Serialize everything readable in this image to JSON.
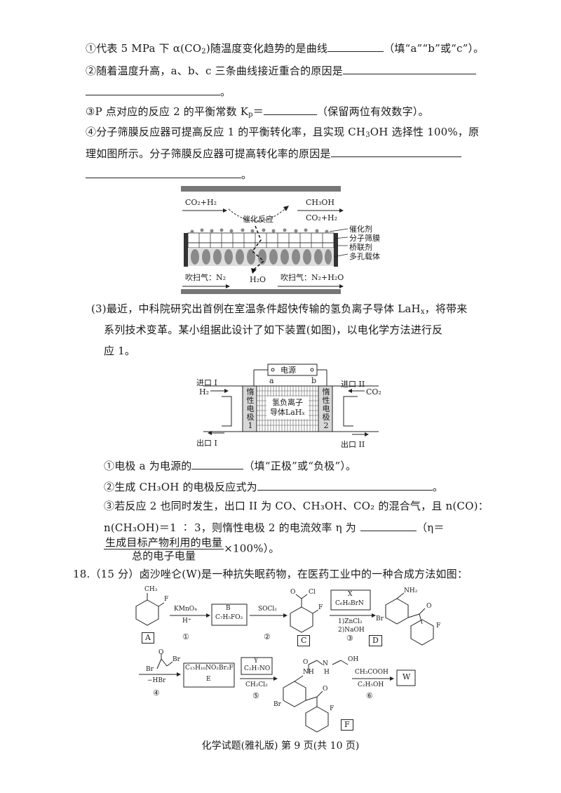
{
  "q17_part2": {
    "item1": {
      "prefix": "①代表 5 MPa 下 α(CO",
      "sub": "2",
      "middle": ")随温度变化趋势的是曲线",
      "suffix": "（填“a”“b”或“c”）。"
    },
    "item2": {
      "text": "②随着温度升高，a、b、c 三条曲线接近重合的原因是",
      "end": "。"
    },
    "item3": {
      "prefix": "③P 点对应的反应 2 的平衡常数 K",
      "sub": "p",
      "eq": "＝",
      "suffix": "（保留两位有效数字）。"
    },
    "item4": {
      "line1a": "④分子筛膜反应器可提高反应 1 的平衡转化率，且实现 CH",
      "sub": "3",
      "line1b": "OH 选择性 100%，原",
      "line2": "理如图所示。分子筛膜反应器可提高转化率的原因是",
      "end": "。"
    }
  },
  "membrane_figure": {
    "inlet_label": "CO₂+H₂",
    "reaction_label": "催化反应",
    "outlet_top": "CH₃OH",
    "outlet_bottom": "CO₂+H₂",
    "layers": [
      "催化剂",
      "分子筛膜",
      "桥联剂",
      "多孔载体"
    ],
    "sweep_in": "吹扫气：N₂",
    "water": "H₂O",
    "sweep_out": "吹扫气：N₂+H₂O"
  },
  "q17_part3": {
    "intro_line1": "(3)最近，中科院研究出首例在室温条件超快传输的氢负离子导体 LaH",
    "intro_sub": "x",
    "intro_line1_end": "，将带来",
    "intro_line2": "系列技术变革。某小组据此设计了如下装置(如图)，以电化学方法进行反",
    "intro_line3": "应 1。"
  },
  "cell_figure": {
    "power_label": "电源",
    "terminal_a": "a",
    "terminal_b": "b",
    "inlet1": "进口 I",
    "inlet2": "进口 II",
    "outlet1": "出口 I",
    "outlet2": "出口 II",
    "gas1": "H₂",
    "gas2": "CO₂",
    "electrode1": [
      "惰",
      "性",
      "电",
      "极",
      "1"
    ],
    "electrode2": [
      "惰",
      "性",
      "电",
      "极",
      "2"
    ],
    "conductor_line1": "氢负离子",
    "conductor_line2": "导体LaHₓ"
  },
  "q17_part3_items": {
    "item1": {
      "prefix": "①电极 a 为电源的",
      "suffix": "（填“正极”或“负极”）。"
    },
    "item2": {
      "prefix": "②生成 CH₃OH 的电极反应式为",
      "end": "。"
    },
    "item3": {
      "line1": "③若反应 2 也同时发生，出口 II 为 CO、CH₃OH、CO₂ 的混合气，且 n(CO)：",
      "line2a": "n(CH₃OH)＝1 ∶ 3，则惰性电极 2 的电流效率 η 为",
      "line2b": "（η＝",
      "frac_num": "生成目标产物利用的电量",
      "frac_den": "总的电子电量",
      "frac_suffix": "×100%）。"
    }
  },
  "q18": {
    "header": "18.（15 分）卤沙唑仑(W)是一种抗失眠药物，在医药工业中的一种合成方法如图：",
    "scheme": {
      "A": {
        "label": "A",
        "substituents": [
          "CH₃",
          "F"
        ]
      },
      "step1": {
        "num": "①",
        "reagent_top": "KMnO₄",
        "reagent_bottom": "H⁺"
      },
      "B": {
        "label": "B",
        "formula": "C₇H₅FO₂"
      },
      "step2": {
        "num": "②",
        "reagent_top": "SOCl₂"
      },
      "C": {
        "label": "C",
        "substituents": [
          "O",
          "Cl",
          "F"
        ]
      },
      "step3": {
        "num": "③",
        "reagent_box_top": "X",
        "reagent_box_formula": "C₆H₆BrN",
        "reagent_bottom_1": "1)ZnCl₂",
        "reagent_bottom_2": "2)NaOH"
      },
      "D": {
        "label": "D",
        "substituents": [
          "NH₂",
          "Br",
          "O",
          "F"
        ]
      },
      "step4": {
        "num": "④",
        "reagent_top": "Br",
        "reagent_top2": "Br",
        "reagent_top_o": "O",
        "reagent_bottom": "−HBr"
      },
      "E": {
        "label": "E",
        "formula": "C₁₅H₁₀NO₂Br₂F"
      },
      "step5": {
        "num": "⑤",
        "reagent_box_top": "Y",
        "reagent_box_formula": "C₂H₇NO",
        "reagent_bottom": "CH₂Cl₂"
      },
      "F": {
        "label": "F",
        "substituents": [
          "O",
          "N",
          "H",
          "OH",
          "NH",
          "Br",
          "O",
          "F"
        ]
      },
      "step6": {
        "num": "⑥",
        "reagent_top": "CH₃COOH",
        "reagent_bottom": "C₂H₅OH"
      },
      "W": {
        "label": "W"
      }
    }
  },
  "footer": "化学试题(雅礼版)   第 9 页(共 10 页)"
}
